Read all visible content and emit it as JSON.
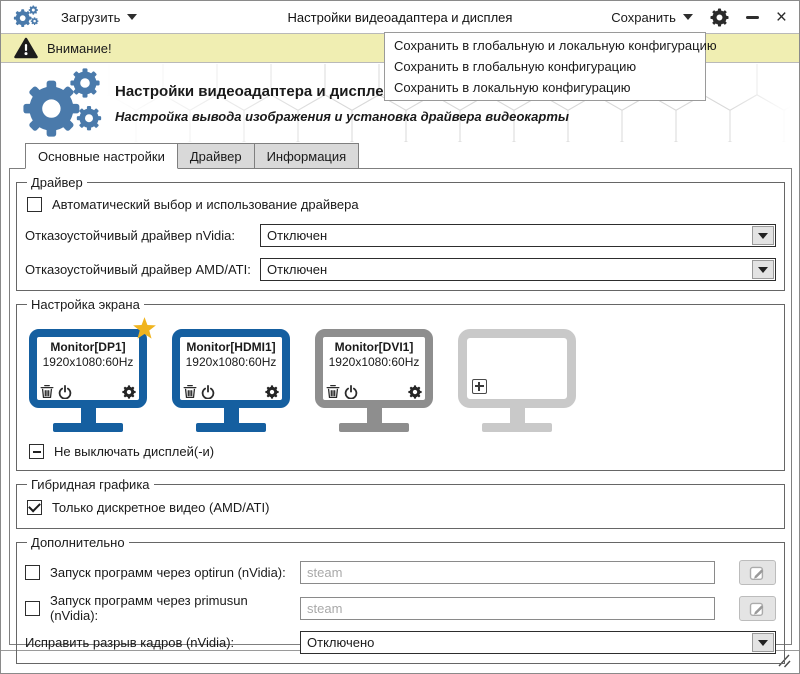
{
  "colors": {
    "accent": "#155fa0",
    "gear-blue": "#4a7aab",
    "warning-bg": "#f0eeb2",
    "star": "#f0b41e",
    "mon-gray": "#8e8e8e",
    "mon-light": "#c9c9c9"
  },
  "toolbar": {
    "load_label": "Загрузить",
    "title": "Настройки видеоадаптера и дисплея",
    "save_label": "Сохранить"
  },
  "warning": {
    "text": "Внимание!"
  },
  "save_menu": {
    "items": [
      "Сохранить в глобальную и локальную конфигурацию",
      "Сохранить в глобальную конфигурацию",
      "Сохранить в локальную конфигурацию"
    ]
  },
  "header": {
    "title": "Настройки видеоадаптера и дисплея",
    "subtitle": "Настройка вывода изображения и установка драйвера видеокарты"
  },
  "tabs": {
    "main": "Основные настройки",
    "driver": "Драйвер",
    "info": "Информация"
  },
  "driver_group": {
    "legend": "Драйвер",
    "auto_label": "Автоматический выбор и использование драйвера",
    "auto_checked": false,
    "nvidia_label": "Отказоустойчивый драйвер nVidia:",
    "nvidia_value": "Отключен",
    "amd_label": "Отказоустойчивый драйвер AMD/ATI:",
    "amd_value": "Отключен"
  },
  "screen_group": {
    "legend": "Настройка экрана",
    "monitors": [
      {
        "name": "Monitor[DP1]",
        "resolution": "1920x1080:60Hz"
      },
      {
        "name": "Monitor[HDMI1]",
        "resolution": "1920x1080:60Hz"
      },
      {
        "name": "Monitor[DVI1]",
        "resolution": "1920x1080:60Hz"
      }
    ],
    "keep_on_label": "Не выключать дисплей(-и)",
    "keep_on_state": "indeterminate"
  },
  "hybrid_group": {
    "legend": "Гибридная графика",
    "discrete_label": "Только дискретное видео (AMD/ATI)",
    "discrete_checked": true
  },
  "extra_group": {
    "legend": "Дополнительно",
    "optirun_label": "Запуск программ через optirun (nVidia):",
    "optirun_checked": false,
    "optirun_placeholder": "steam",
    "primusun_label": "Запуск программ через primusun (nVidia):",
    "primusun_checked": false,
    "primusun_placeholder": "steam",
    "tearing_label": "Исправить разрыв кадров (nVidia):",
    "tearing_value": "Отключено"
  }
}
